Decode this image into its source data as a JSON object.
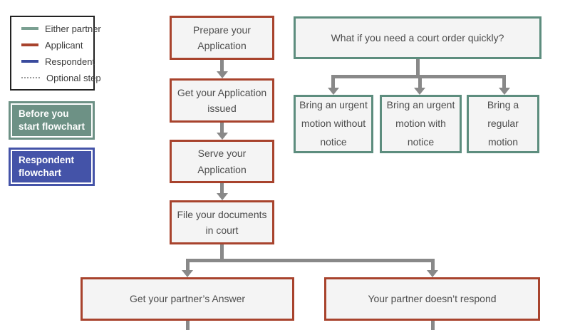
{
  "legend": {
    "items": [
      {
        "label": "Either partner",
        "color": "#7ba092",
        "style": "solid"
      },
      {
        "label": "Applicant",
        "color": "#a8432d",
        "style": "solid"
      },
      {
        "label": "Respondent",
        "color": "#3a4b9d",
        "style": "solid"
      },
      {
        "label": "Optional step",
        "color": "#9a9a9a",
        "style": "dotted"
      }
    ]
  },
  "nav_buttons": {
    "before_you_start": "Before you start flowchart",
    "respondent": "Respondent flowchart"
  },
  "flowchart": {
    "applicant_steps": [
      "Prepare your Application",
      "Get your Application issued",
      "Serve your Application",
      "File your documents in court"
    ],
    "outcomes": [
      "Get your partner’s Answer",
      "Your partner doesn’t respond"
    ],
    "quick_order": {
      "question": "What if you need a court order quickly?",
      "options": [
        "Bring an urgent motion without notice",
        "Bring an urgent motion with notice",
        "Bring a regular motion"
      ]
    }
  },
  "colors": {
    "applicant_border": "#a8432d",
    "either_partner_border": "#5d8d7e",
    "respondent_blue": "#4453a8",
    "before_start_teal": "#6d9185",
    "connector_gray": "#898989",
    "box_fill": "#f4f4f4",
    "box_text": "#4d4d4d"
  }
}
